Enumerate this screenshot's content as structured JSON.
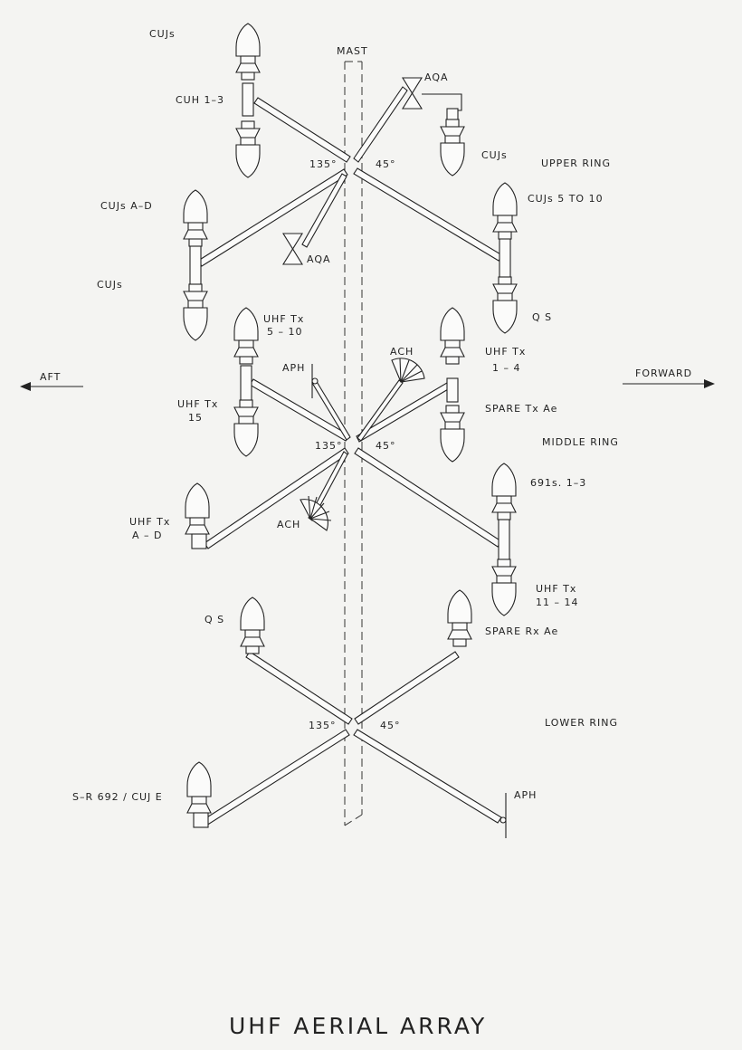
{
  "title": "UHF AERIAL ARRAY",
  "labels": {
    "mast": "MAST",
    "aft": "AFT",
    "forward": "FORWARD",
    "upper_ring": "UPPER RING",
    "middle_ring": "MIDDLE RING",
    "lower_ring": "LOWER RING",
    "cujs_top": "CUJs",
    "cuh_1_3": "CUH 1–3",
    "aqa_upper": "AQA",
    "cujs_upper_right": "CUJs",
    "cujs_5_to_10": "CUJs  5 TO 10",
    "cujs_a_d": "CUJs  A–D",
    "aqa_lower": "AQA",
    "cujs_left": "CUJs",
    "qs_upper": "Q S",
    "uhf_tx_5_10_a": "UHF  Tx",
    "uhf_tx_5_10_b": "5 – 10",
    "ach_upper": "ACH",
    "uhf_tx_1_4_a": "UHF  Tx",
    "uhf_tx_1_4_b": "1 – 4",
    "aph_upper": "APH",
    "uhf_tx_15_a": "UHF  Tx",
    "uhf_tx_15_b": "15",
    "spare_tx_ae": "SPARE  Tx  Ae",
    "deg_135_upper": "135°",
    "deg_45_upper": "45°",
    "deg_135_middle": "135°",
    "deg_45_middle": "45°",
    "deg_135_lower": "135°",
    "deg_45_lower": "45°",
    "s691_1_3": "691s.  1–3",
    "uhf_tx_a_d_a": "UHF  Tx",
    "uhf_tx_a_d_b": "A – D",
    "ach_lower": "ACH",
    "uhf_tx_11_14_a": "UHF  Tx",
    "uhf_tx_11_14_b": "11 – 14",
    "qs_lower": "Q S",
    "spare_rx_ae": "SPARE  Rx  Ae",
    "sr_692_cuj_e": "S–R  692 / CUJ  E",
    "aph_lower": "APH"
  }
}
